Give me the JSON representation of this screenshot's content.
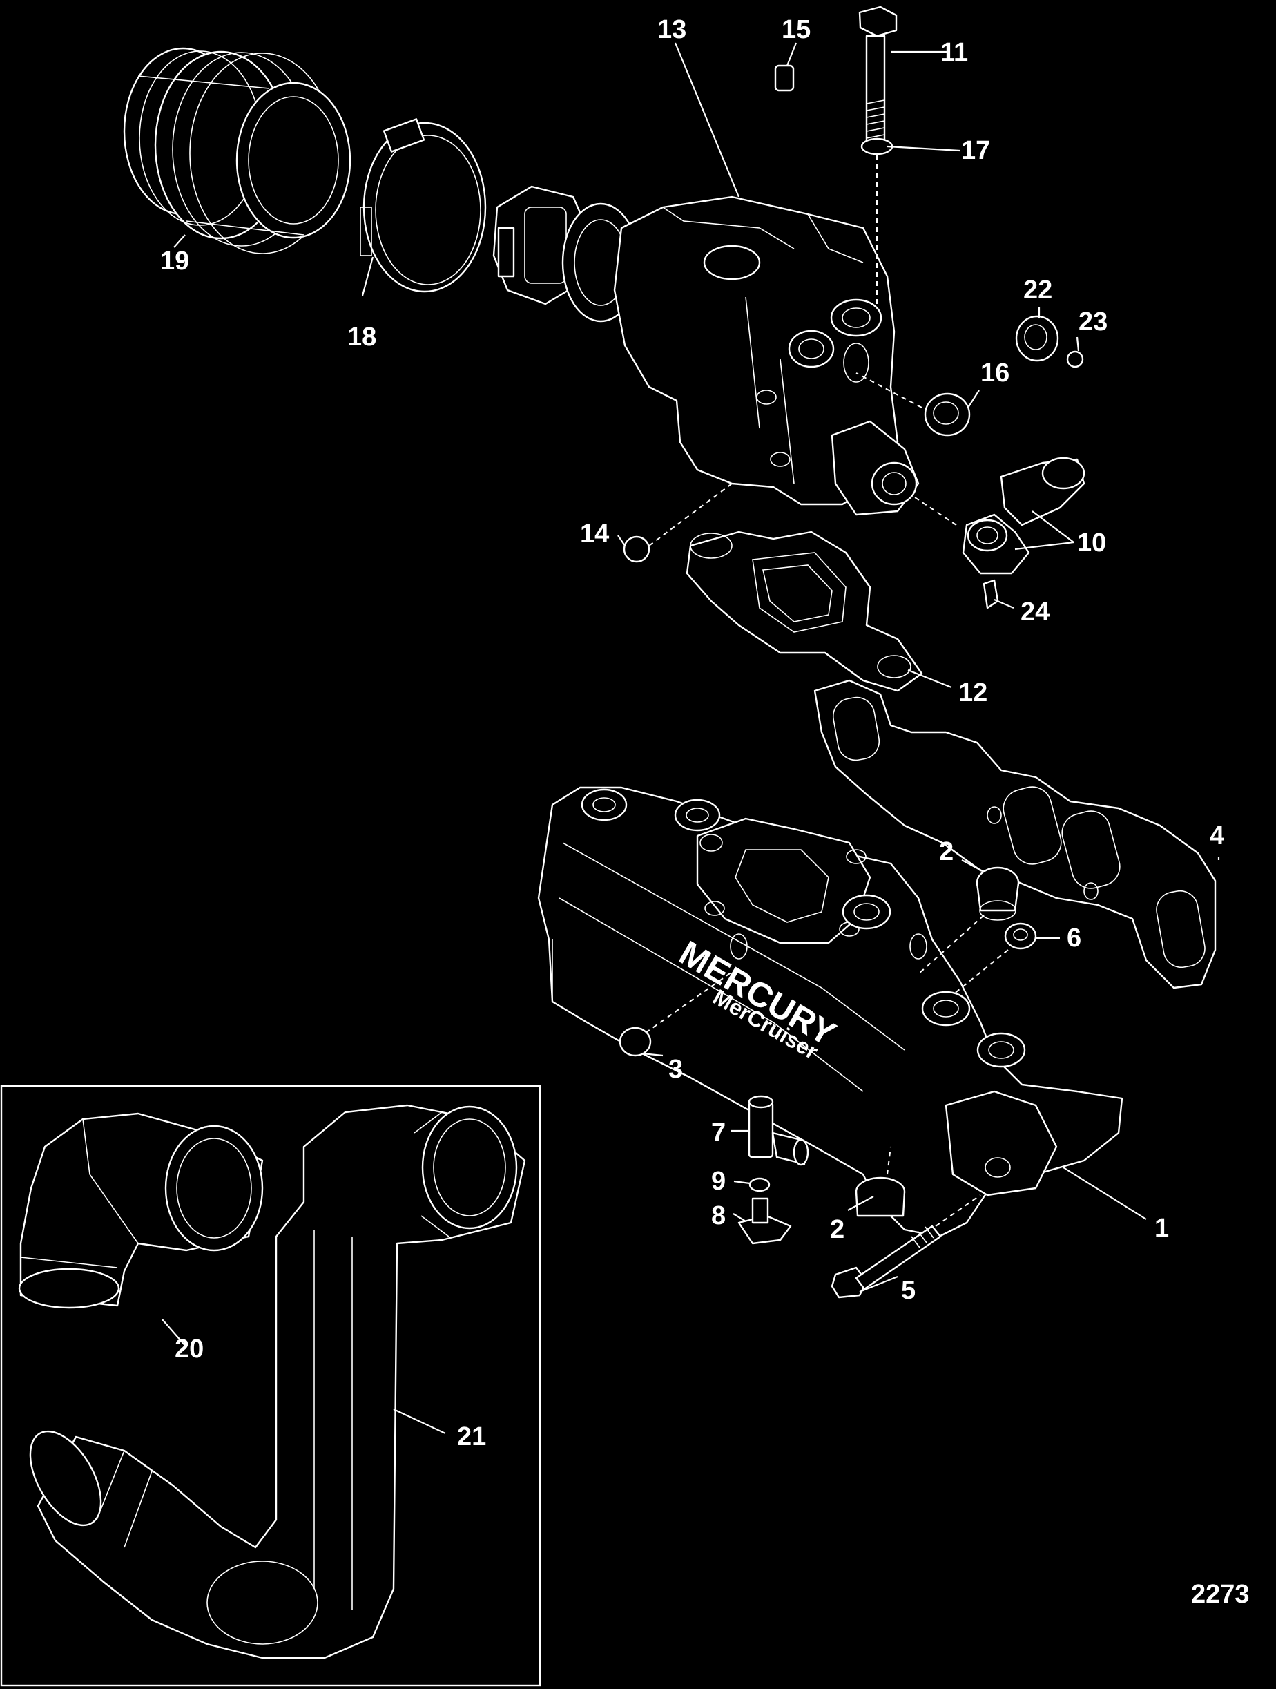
{
  "callouts": {
    "c1": "1",
    "c2a": "2",
    "c2b": "2",
    "c3": "3",
    "c4": "4",
    "c5": "5",
    "c6": "6",
    "c7": "7",
    "c8": "8",
    "c9": "9",
    "c10": "10",
    "c11": "11",
    "c12": "12",
    "c13": "13",
    "c14": "14",
    "c15": "15",
    "c16": "16",
    "c17": "17",
    "c18": "18",
    "c19": "19",
    "c20": "20",
    "c21": "21",
    "c22": "22",
    "c23": "23",
    "c24": "24"
  },
  "manifold_brand": "MERCURY",
  "manifold_sub_brand": "MerCruiser",
  "drawing_number": "2273",
  "colors": {
    "background": "#000000",
    "line": "#ffffff"
  }
}
